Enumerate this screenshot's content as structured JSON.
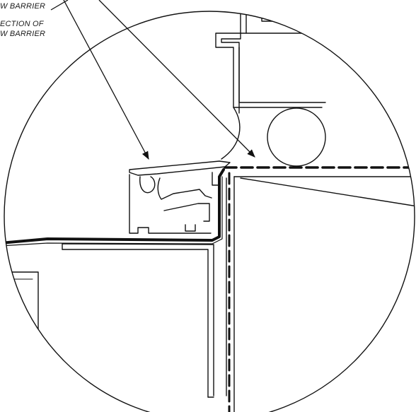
{
  "callouts": {
    "label_1_line_2": "W BARRIER",
    "label_2_line_1": "ECTION OF",
    "label_2_line_2": "W BARRIER"
  },
  "colors": {
    "line": "#111111",
    "background": "#ffffff"
  }
}
